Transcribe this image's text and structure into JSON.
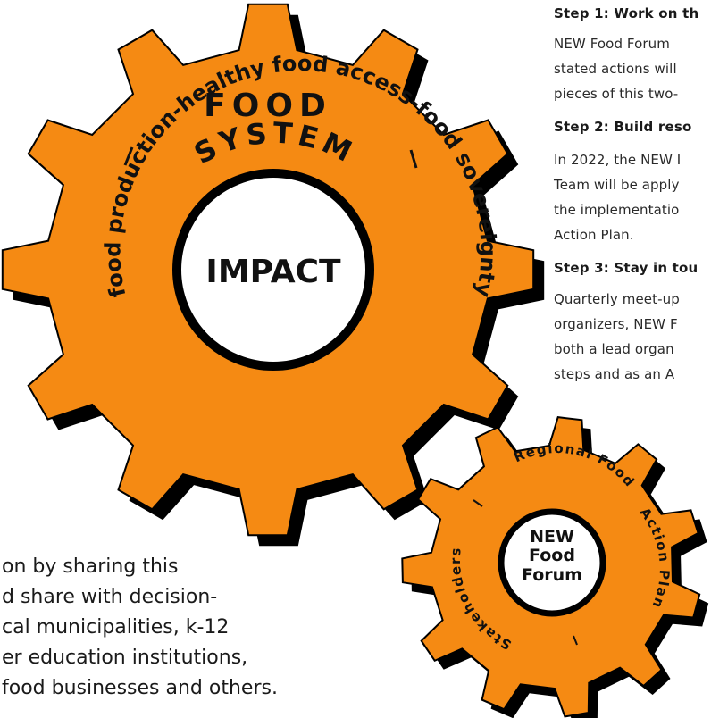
{
  "right_column": {
    "step1_heading": "Step 1: Work on th",
    "step1_lines": [
      "NEW Food Forum",
      "stated actions will",
      "pieces of this two-"
    ],
    "step2_heading": "Step 2: Build reso",
    "step2_lines": [
      "In 2022, the NEW I",
      "Team will be apply",
      "the implementatio",
      "Action Plan."
    ],
    "step3_heading": "Step 3: Stay in tou",
    "step3_lines": [
      "Quarterly meet-up",
      "organizers, NEW F",
      "both a lead organ",
      "steps and as an A"
    ]
  },
  "bottom_left_lines": [
    "on by sharing this",
    "d share with decision-",
    "cal municipalities, k-12",
    "er education institutions,",
    "food businesses and others."
  ],
  "big_gear": {
    "title_line1": "FOOD",
    "title_line2": "SYSTEM",
    "center_text": "IMPACT",
    "ring_text": "food production-healthy food access-food sovereignty",
    "fill_color": "#f58a13",
    "shadow_color": "#000000"
  },
  "small_gear": {
    "top_arc": "Regional Food",
    "right_arc": "Action Plan",
    "left_arc": "Stakeholders",
    "center_line1": "NEW",
    "center_line2": "Food",
    "center_line3": "Forum",
    "fill_color": "#f58a13",
    "shadow_color": "#000000"
  }
}
